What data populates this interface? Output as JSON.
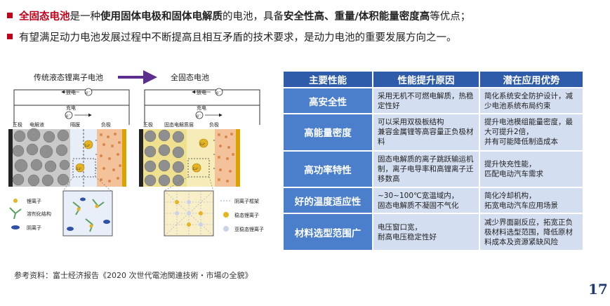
{
  "bullets": [
    {
      "parts": [
        {
          "text": "全固态电池",
          "style": "red"
        },
        {
          "text": "是一种",
          "style": "normal"
        },
        {
          "text": "使用固体电极和固体电解质",
          "style": "bold"
        },
        {
          "text": "的电池，具备",
          "style": "normal"
        },
        {
          "text": "安全性高、重量/体积能量密度高",
          "style": "bold"
        },
        {
          "text": "等优点；",
          "style": "normal"
        }
      ]
    },
    {
      "parts": [
        {
          "text": "有望满足动力电池发展过程中不断提高且相互矛盾的技术要求，是动力电池的重要发展方向之一。",
          "style": "normal"
        }
      ]
    }
  ],
  "diagram": {
    "title_left": "传统液态锂离子电池",
    "title_right": "全固态电池",
    "discharge": "放电",
    "charge": "充电",
    "electron": "e⁻",
    "ion": "Li⁺",
    "left_labels": {
      "positive": "正极",
      "electrolyte": "电解液",
      "separator": "隔膜",
      "negative": "负极"
    },
    "right_labels": {
      "positive": "正极",
      "solid_electrolyte": "固态电解质层",
      "negative": "负极"
    },
    "legend_left": [
      "锂离子",
      "溶剂化结构",
      "阴离子"
    ],
    "legend_right": [
      "阴离子框架",
      "稳态锂离子",
      "亚稳态锂离子"
    ]
  },
  "table": {
    "headers": [
      "主要性能",
      "性能提升原因",
      "潜在应用优势"
    ],
    "rows": [
      {
        "perf": "高安全性",
        "reason": "采用无机不可燃电解质，热稳定性好",
        "advantage": "简化系统安全防护设计，减少电池系统布局约束"
      },
      {
        "perf": "高能量密度",
        "reason": "可以采用双极板结构\n兼容金属锂等高容量正负极材料",
        "advantage": "提升电池模组能量密度，最大可提升2倍，\n并有可能降低制造成本"
      },
      {
        "perf": "高功率特性",
        "reason": "固态电解质的离子跳跃输运机制，离子电导率和高锂离子迁移数高",
        "advantage": "提升快充性能，\n匹配电动汽车需求"
      },
      {
        "perf": "好的温度适应性",
        "reason": "~30~100℃宽温域内，\n固态电解质不凝固不气化",
        "advantage": "简化冷却机构，\n拓宽电动汽车应用场景"
      },
      {
        "perf": "材料选型范围广",
        "reason": "电压窗口宽，\n耐高电压稳定性好",
        "advantage": "减少界面副反应，拓宽正负极材料选型范围，降低原材料成本及资源紧缺风险"
      }
    ]
  },
  "reference": "参考资料：富士经济报告《2020 次世代電池関連技術・市場の全貌》",
  "page_number": "17",
  "colors": {
    "accent_red": "#c0001a",
    "header_blue": "#2e5caa",
    "row_blue": "#4b7fcc",
    "cell_bg": "#d3def0"
  }
}
